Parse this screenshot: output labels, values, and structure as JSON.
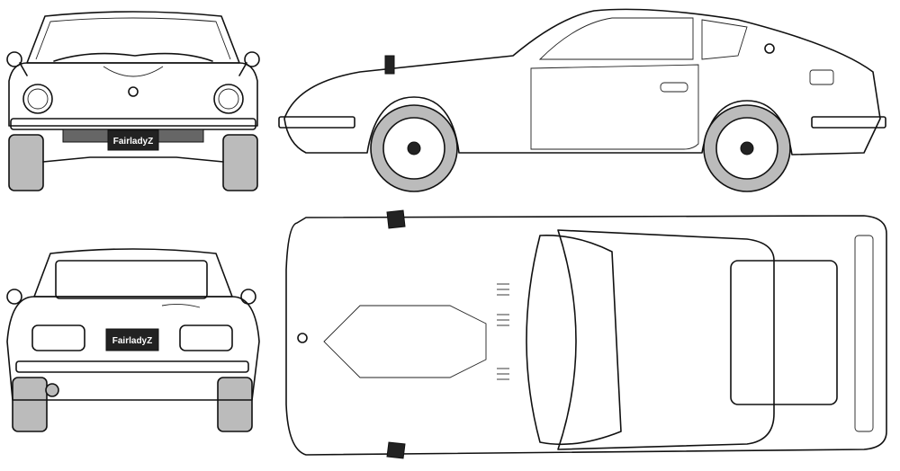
{
  "title": "Nissan Fairlady Z blueprint",
  "views": [
    "front",
    "side",
    "rear",
    "top"
  ],
  "front_plate": "FairladyZ",
  "rear_plate": "FairladyZ",
  "colors": {
    "line": "#111111",
    "tire": "#bbbbbb",
    "plate": "#222222",
    "background": "#ffffff"
  }
}
